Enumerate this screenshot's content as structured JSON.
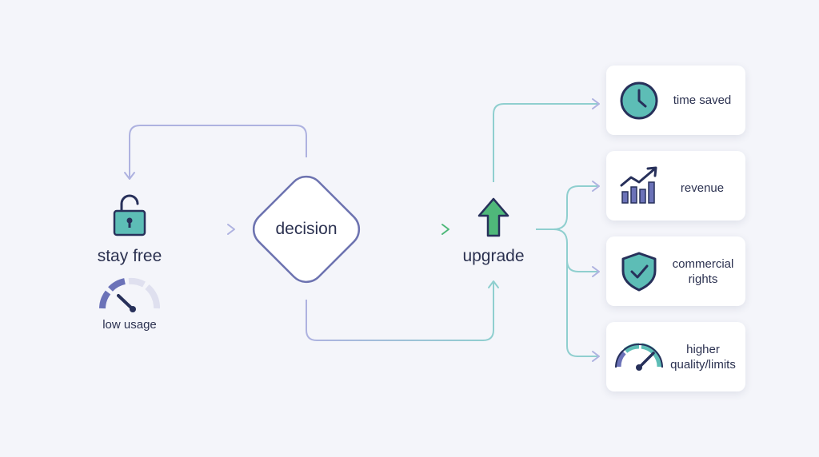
{
  "nodes": {
    "stay_free": {
      "label": "stay free",
      "sub_label": "low usage"
    },
    "decision": {
      "label": "decision"
    },
    "upgrade": {
      "label": "upgrade"
    }
  },
  "benefits": [
    {
      "label": "time saved",
      "icon": "clock-icon"
    },
    {
      "label": "revenue",
      "icon": "growth-chart-icon"
    },
    {
      "label": "commercial rights",
      "icon": "shield-check-icon"
    },
    {
      "label": "higher quality/limits",
      "icon": "speedometer-icon"
    }
  ],
  "colors": {
    "background": "#f4f5fa",
    "text": "#2b3150",
    "lavender_line": "#aeb2e0",
    "teal_line": "#8fcfcf",
    "green_arrow": "#4fb87a",
    "teal_icon": "#5dbdb6",
    "navy": "#27305a",
    "diamond_border": "#6d73b0",
    "gauge_blue": "#6b72b8",
    "gauge_light": "#dfe0ef"
  }
}
